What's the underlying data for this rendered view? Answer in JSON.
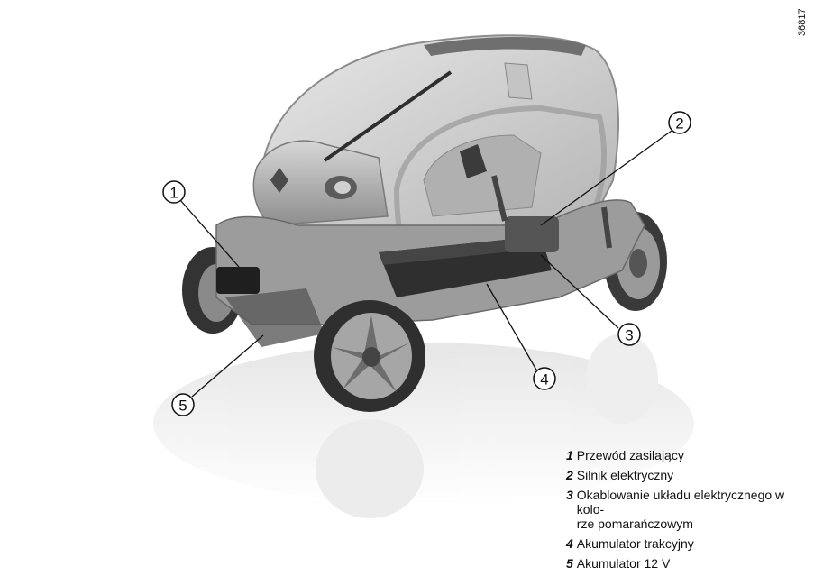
{
  "reference_code": "36817",
  "callouts": [
    "1",
    "2",
    "3",
    "4",
    "5"
  ],
  "legend": [
    {
      "num": "1",
      "text": "Przewód zasilający"
    },
    {
      "num": "2",
      "text": "Silnik elektryczny"
    },
    {
      "num": "3",
      "text": "Okablowanie układu elektrycznego w kolo-\nrze pomarańczowym"
    },
    {
      "num": "4",
      "text": "Akumulator trakcyjny"
    },
    {
      "num": "5",
      "text": "Akumulator 12 V"
    }
  ]
}
